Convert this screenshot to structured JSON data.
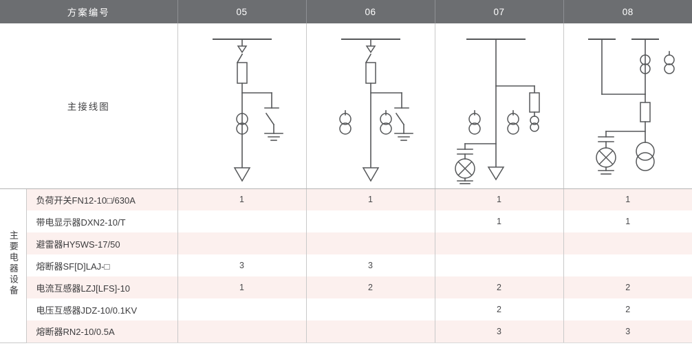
{
  "table": {
    "header": {
      "row_label": "方案编号",
      "columns": [
        "05",
        "06",
        "07",
        "08"
      ]
    },
    "diagram_row": {
      "label": "主接线图",
      "diagrams": [
        "scheme-05",
        "scheme-06",
        "scheme-07",
        "scheme-08"
      ]
    },
    "group_label": "主要电器设备",
    "rows": [
      {
        "item": "负荷开关FN12-10□/630A",
        "values": [
          "1",
          "1",
          "1",
          "1"
        ]
      },
      {
        "item": "带电显示器DXN2-10/T",
        "values": [
          "",
          "",
          "1",
          "1"
        ]
      },
      {
        "item": "避雷器HY5WS-17/50",
        "values": [
          "",
          "",
          "",
          ""
        ]
      },
      {
        "item": "熔断器SF[D]LAJ-□",
        "values": [
          "3",
          "3",
          "",
          ""
        ]
      },
      {
        "item": "电流互感器LZJ[LFS]-10",
        "values": [
          "1",
          "2",
          "2",
          "2"
        ]
      },
      {
        "item": "电压互感器JDZ-10/0.1KV",
        "values": [
          "",
          "",
          "2",
          "2"
        ]
      },
      {
        "item": "熔断器RN2-10/0.5A",
        "values": [
          "",
          "",
          "3",
          "3"
        ]
      }
    ]
  },
  "colors": {
    "header_gray": "#6c6e71",
    "row_tint": "#fcf0ee",
    "line": "#555759",
    "border": "#c9c9c9"
  }
}
